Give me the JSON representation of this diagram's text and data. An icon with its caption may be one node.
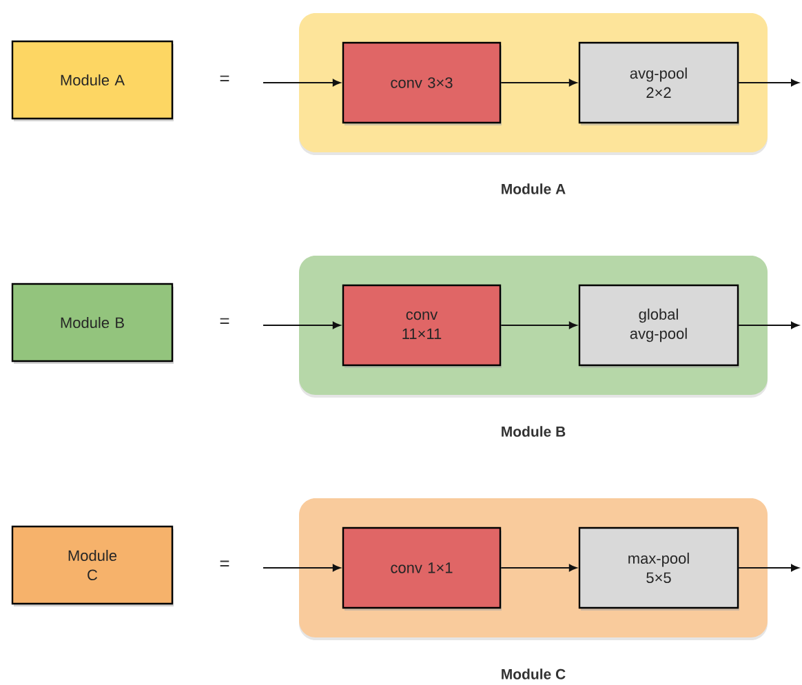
{
  "diagram": {
    "nodes": [
      {
        "text": [
          "Module A"
        ]
      },
      {
        "text": [],
        "shape": "box",
        "beside": [
          "Module A"
        ]
      },
      {
        "text": [
          "conv 3×3"
        ],
        "in": 1
      },
      {
        "text": [
          "avg-pool 2×2"
        ],
        "in": 1
      },
      {
        "text": [
          "Module B"
        ]
      },
      {
        "text": [],
        "shape": "box",
        "beside": [
          "Module B"
        ]
      },
      {
        "text": [
          "conv 11×11"
        ],
        "in": 5
      },
      {
        "text": [
          "global avg-pool"
        ],
        "in": 5
      },
      {
        "text": [
          "Module C"
        ]
      },
      {
        "text": [],
        "shape": "box",
        "beside": [
          "Module C"
        ]
      },
      {
        "text": [
          "conv 1×1"
        ],
        "in": 9
      },
      {
        "text": [
          "max-pool 5×5"
        ],
        "in": 9
      }
    ],
    "edges": [
      {
        "from": null,
        "to": 2,
        "arrow": "to"
      },
      {
        "from": 2,
        "to": 3,
        "arrow": "to"
      },
      {
        "from": 3,
        "to": null,
        "arrow": "to"
      },
      {
        "from": null,
        "to": 6,
        "arrow": "to"
      },
      {
        "from": 6,
        "to": 7,
        "arrow": "to"
      },
      {
        "from": 7,
        "to": null,
        "arrow": "to"
      },
      {
        "from": null,
        "to": 10,
        "arrow": "to"
      },
      {
        "from": 10,
        "to": 11,
        "arrow": "to"
      },
      {
        "from": 11,
        "to": null,
        "arrow": "to"
      }
    ],
    "labels": [
      "=",
      "=",
      "="
    ]
  }
}
